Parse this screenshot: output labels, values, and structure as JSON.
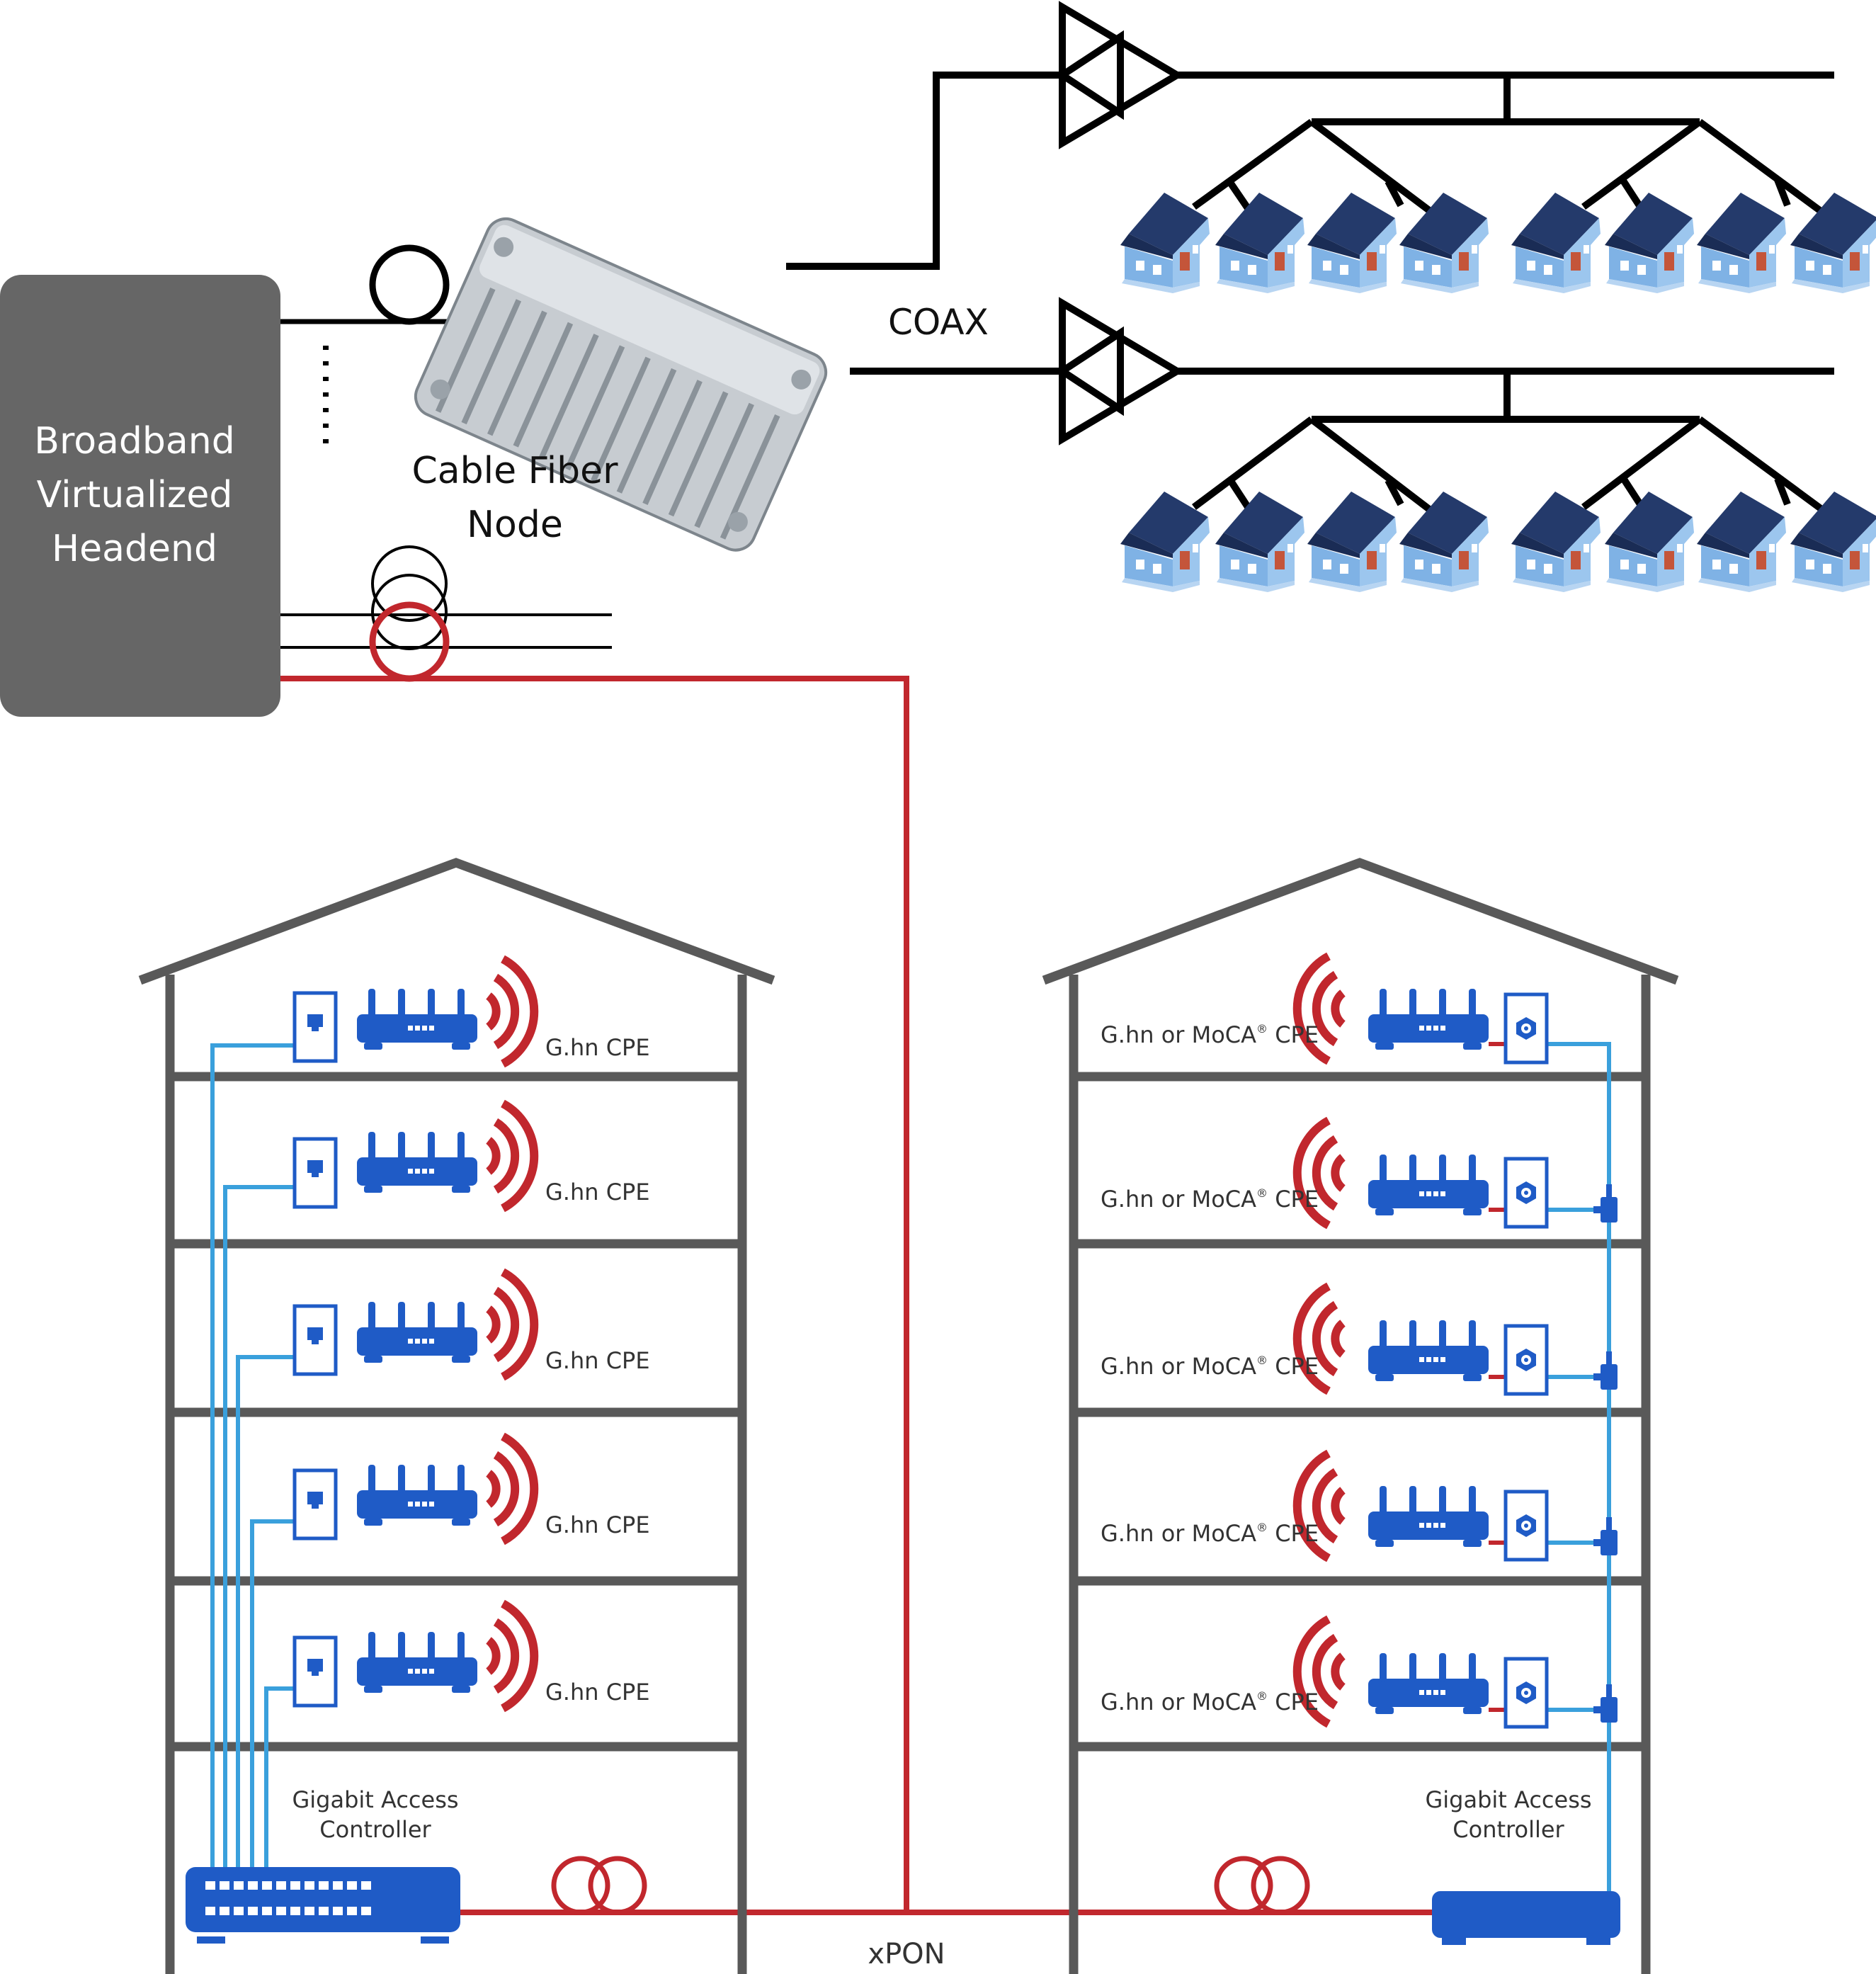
{
  "headend": {
    "line1": "Broadband",
    "line2": "Virtualized",
    "line3": "Headend"
  },
  "fiber_node": {
    "line1": "Cable Fiber",
    "line2": "Node"
  },
  "coax_label": "COAX",
  "xpon_label": "xPON",
  "left_building": {
    "cpe_label": "G.hn CPE",
    "floors": 5,
    "controller": {
      "line1": "Gigabit Access",
      "line2": "Controller"
    }
  },
  "right_building": {
    "cpe_label": "G.hn or MoCA",
    "cpe_reg": "®",
    "cpe_suffix": " CPE",
    "floors": 5,
    "controller": {
      "line1": "Gigabit Access",
      "line2": "Controller"
    }
  },
  "colors": {
    "headend": "#666666",
    "building": "#595959",
    "fiber": "#c1272d",
    "ethernet": "#3aa0dc",
    "device": "#1f5bc6",
    "coax": "#000000",
    "house_roof": "#243a6b",
    "house_wall": "#7fb2e5"
  },
  "icons": [
    "amplifier-icon",
    "house-icon",
    "router-icon",
    "wifi-icon",
    "wall-outlet-icon",
    "splitter-icon",
    "fiber-coil-icon",
    "switch-icon"
  ]
}
